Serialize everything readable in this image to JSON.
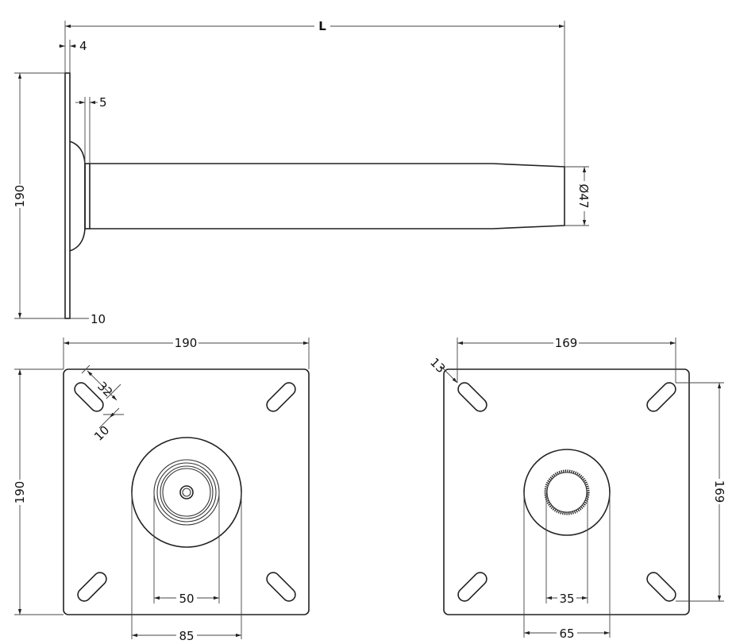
{
  "dimensions": {
    "side_view": {
      "length": "L",
      "plate_thickness": "4",
      "collar_width": "5",
      "plate_height": "190",
      "bottom_offset": "10",
      "tube_diameter": "Ø47"
    },
    "plate_view_1": {
      "width": "190",
      "height": "190",
      "slot_length": "32",
      "slot_width": "10",
      "inner_diameter": "50",
      "outer_diameter": "85"
    },
    "plate_view_2": {
      "hole_spacing_horizontal": "169",
      "hole_spacing_vertical": "169",
      "corner_offset": "13",
      "inner_diameter": "35",
      "outer_diameter": "65"
    }
  }
}
